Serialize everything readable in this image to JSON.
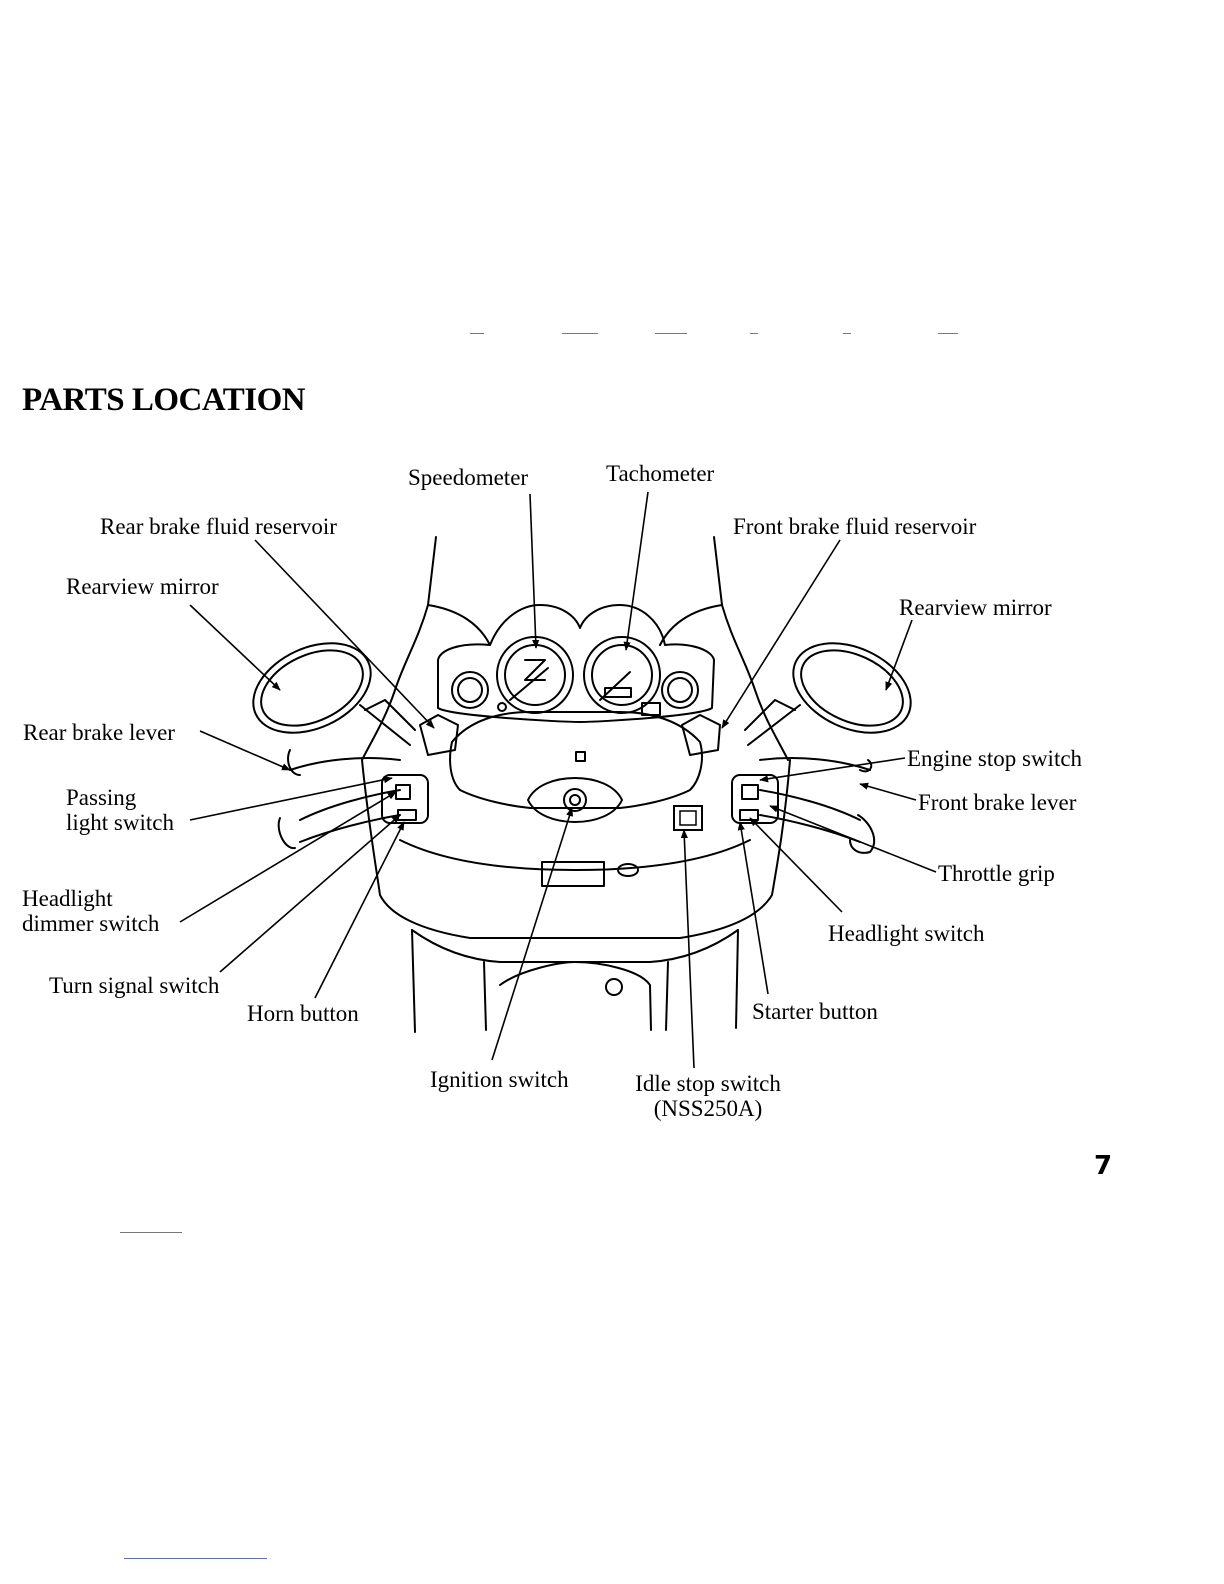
{
  "page": {
    "title": "PARTS LOCATION",
    "page_number": "7"
  },
  "labels": {
    "speedometer": "Speedometer",
    "tachometer": "Tachometer",
    "rear_brake_fluid_reservoir": "Rear brake fluid reservoir",
    "front_brake_fluid_reservoir": "Front brake fluid reservoir",
    "rearview_mirror_left": "Rearview mirror",
    "rearview_mirror_right": "Rearview mirror",
    "rear_brake_lever": "Rear brake lever",
    "passing_light_switch_line1": "Passing",
    "passing_light_switch_line2": "light switch",
    "headlight_dimmer_switch_line1": "Headlight",
    "headlight_dimmer_switch_line2": "dimmer switch",
    "turn_signal_switch": "Turn signal switch",
    "horn_button": "Horn button",
    "ignition_switch": "Ignition switch",
    "idle_stop_switch_line1": "Idle stop switch",
    "idle_stop_switch_line2": "(NSS250A)",
    "starter_button": "Starter button",
    "headlight_switch": "Headlight switch",
    "throttle_grip": "Throttle grip",
    "front_brake_lever": "Front brake lever",
    "engine_stop_switch": "Engine stop switch"
  }
}
